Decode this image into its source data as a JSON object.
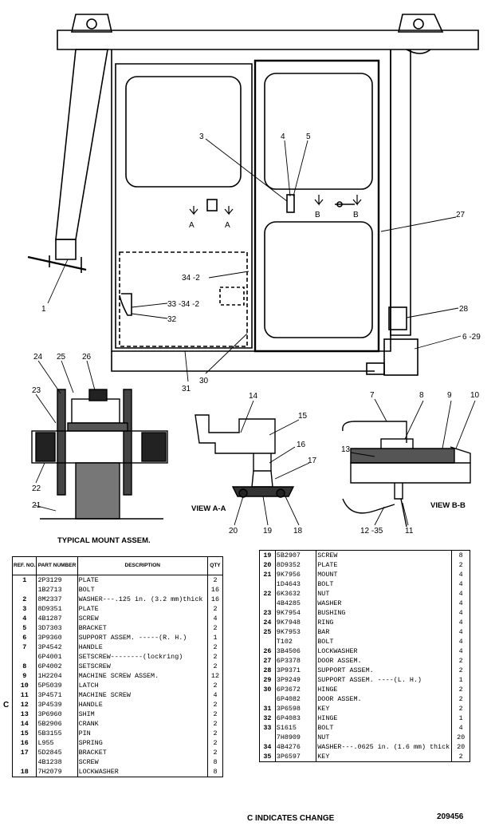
{
  "drawing": {
    "callouts": [
      "1",
      "3",
      "4",
      "5",
      "27",
      "34 -2",
      "33 -34 -2",
      "32",
      "28",
      "6 -29",
      "31",
      "30"
    ],
    "view_a_marks": [
      "A",
      "A"
    ],
    "view_b_marks": [
      "B",
      "B"
    ],
    "mount_callouts": [
      "24",
      "25",
      "26",
      "23",
      "22",
      "21"
    ],
    "view_aa_callouts": [
      "14",
      "15",
      "16",
      "17",
      "20",
      "19",
      "18"
    ],
    "view_bb_callouts": [
      "7",
      "8",
      "9",
      "10",
      "13",
      "12 -35",
      "11"
    ],
    "captions": {
      "typical_mount": "TYPICAL MOUNT ASSEM.",
      "view_aa": "VIEW A-A",
      "view_bb": "VIEW B-B"
    }
  },
  "table_header": {
    "ref": "REF. NO.",
    "part": "PART NUMBER",
    "desc": "DESCRIPTION",
    "qty": "QTY"
  },
  "parts_left": [
    {
      "ref": "1",
      "pn": "2P3129",
      "desc": "PLATE",
      "qty": "2"
    },
    {
      "ref": "",
      "pn": "1B2713",
      "desc": "BOLT",
      "qty": "16"
    },
    {
      "ref": "2",
      "pn": "8M2337",
      "desc": "WASHER---.125 in. (3.2 mm)thick",
      "qty": "16"
    },
    {
      "ref": "3",
      "pn": "8D9351",
      "desc": "PLATE",
      "qty": "2"
    },
    {
      "ref": "4",
      "pn": "4B1287",
      "desc": "SCREW",
      "qty": "4"
    },
    {
      "ref": "5",
      "pn": "3D7303",
      "desc": "BRACKET",
      "qty": "2"
    },
    {
      "ref": "6",
      "pn": "3P9360",
      "desc": "SUPPORT ASSEM. -----(R. H.)",
      "qty": "1"
    },
    {
      "ref": "7",
      "pn": "3P4542",
      "desc": "HANDLE",
      "qty": "2"
    },
    {
      "ref": "",
      "pn": "6P4001",
      "desc": "SETSCREW--------(lockring)",
      "qty": "2"
    },
    {
      "ref": "8",
      "pn": "6P4002",
      "desc": "SETSCREW",
      "qty": "2"
    },
    {
      "ref": "9",
      "pn": "1H2204",
      "desc": "MACHINE SCREW ASSEM.",
      "qty": "12"
    },
    {
      "ref": "10",
      "pn": "5P5039",
      "desc": "LATCH",
      "qty": "2"
    },
    {
      "ref": "11",
      "pn": "3P4571",
      "desc": "MACHINE SCREW",
      "qty": "4"
    },
    {
      "ref": "12",
      "pn": "3P4539",
      "desc": "HANDLE",
      "qty": "2"
    },
    {
      "ref": "13",
      "pn": "3P6960",
      "desc": "SHIM",
      "qty": "2"
    },
    {
      "ref": "14",
      "pn": "5B2906",
      "desc": "CRANK",
      "qty": "2"
    },
    {
      "ref": "15",
      "pn": "5B3155",
      "desc": "PIN",
      "qty": "2"
    },
    {
      "ref": "16",
      "pn": "L955",
      "desc": "SPRING",
      "qty": "2"
    },
    {
      "ref": "17",
      "pn": "5D2845",
      "desc": "BRACKET",
      "qty": "2"
    },
    {
      "ref": "",
      "pn": "4B1238",
      "desc": "SCREW",
      "qty": "8"
    },
    {
      "ref": "18",
      "pn": "7H2079",
      "desc": "LOCKWASHER",
      "qty": "8"
    }
  ],
  "parts_right": [
    {
      "ref": "19",
      "pn": "5B2907",
      "desc": "SCREW",
      "qty": "8"
    },
    {
      "ref": "20",
      "pn": "8D9352",
      "desc": "PLATE",
      "qty": "2"
    },
    {
      "ref": "21",
      "pn": "9K7956",
      "desc": "MOUNT",
      "qty": "4"
    },
    {
      "ref": "",
      "pn": "1D4643",
      "desc": "BOLT",
      "qty": "4"
    },
    {
      "ref": "22",
      "pn": "6K3632",
      "desc": "NUT",
      "qty": "4"
    },
    {
      "ref": "",
      "pn": "4B4285",
      "desc": "WASHER",
      "qty": "4"
    },
    {
      "ref": "23",
      "pn": "9K7954",
      "desc": "BUSHING",
      "qty": "4"
    },
    {
      "ref": "24",
      "pn": "9K7948",
      "desc": "RING",
      "qty": "4"
    },
    {
      "ref": "25",
      "pn": "9K7953",
      "desc": "BAR",
      "qty": "4"
    },
    {
      "ref": "",
      "pn": "T102",
      "desc": "BOLT",
      "qty": "4"
    },
    {
      "ref": "26",
      "pn": "3B4506",
      "desc": "LOCKWASHER",
      "qty": "4"
    },
    {
      "ref": "27",
      "pn": "6P3378",
      "desc": "DOOR ASSEM.",
      "qty": "2"
    },
    {
      "ref": "28",
      "pn": "3P9371",
      "desc": "SUPPORT ASSEM.",
      "qty": "2"
    },
    {
      "ref": "29",
      "pn": "3P9249",
      "desc": "SUPPORT ASSEM. ----(L. H.)",
      "qty": "1"
    },
    {
      "ref": "30",
      "pn": "6P3672",
      "desc": "HINGE",
      "qty": "2"
    },
    {
      "ref": "",
      "pn": "6P4082",
      "desc": "DOOR ASSEM.",
      "qty": "2"
    },
    {
      "ref": "31",
      "pn": "3P6598",
      "desc": "KEY",
      "qty": "2"
    },
    {
      "ref": "32",
      "pn": "6P4083",
      "desc": "HINGE",
      "qty": "1"
    },
    {
      "ref": "33",
      "pn": "S1615",
      "desc": "BOLT",
      "qty": "4"
    },
    {
      "ref": "",
      "pn": "7H8909",
      "desc": "NUT",
      "qty": "20"
    },
    {
      "ref": "34",
      "pn": "4B4276",
      "desc": "WASHER---.0625 in. (1.6 mm) thick",
      "qty": "20"
    },
    {
      "ref": "35",
      "pn": "3P6597",
      "desc": "KEY",
      "qty": "2"
    }
  ],
  "change_marker": "C",
  "footer": {
    "change_note": "C INDICATES CHANGE",
    "drawing_number": "209456"
  }
}
